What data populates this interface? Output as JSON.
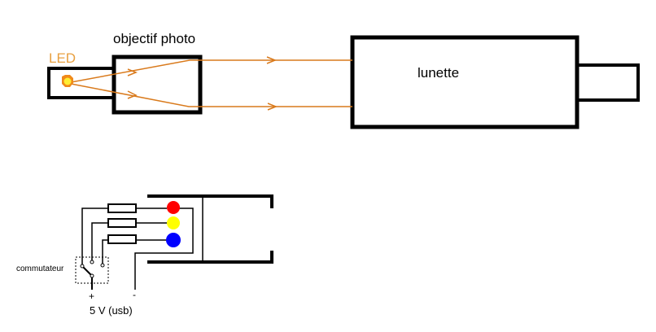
{
  "optical": {
    "led_label": "LED",
    "objective_label": "objectif photo",
    "scope_label": "lunette",
    "led_color": "#e8a040",
    "ray_color": "#d97a1c",
    "led_outer_color": "#f08a1a",
    "led_inner_color": "#ffee33"
  },
  "circuit": {
    "switch_label": "commutateur",
    "plus_label": "+",
    "minus_label": "-",
    "supply_label": "5 V (usb)",
    "leds": [
      {
        "name": "red-led",
        "color": "#ff0000"
      },
      {
        "name": "yellow-led",
        "color": "#ffff00"
      },
      {
        "name": "blue-led",
        "color": "#0000ff"
      }
    ]
  }
}
